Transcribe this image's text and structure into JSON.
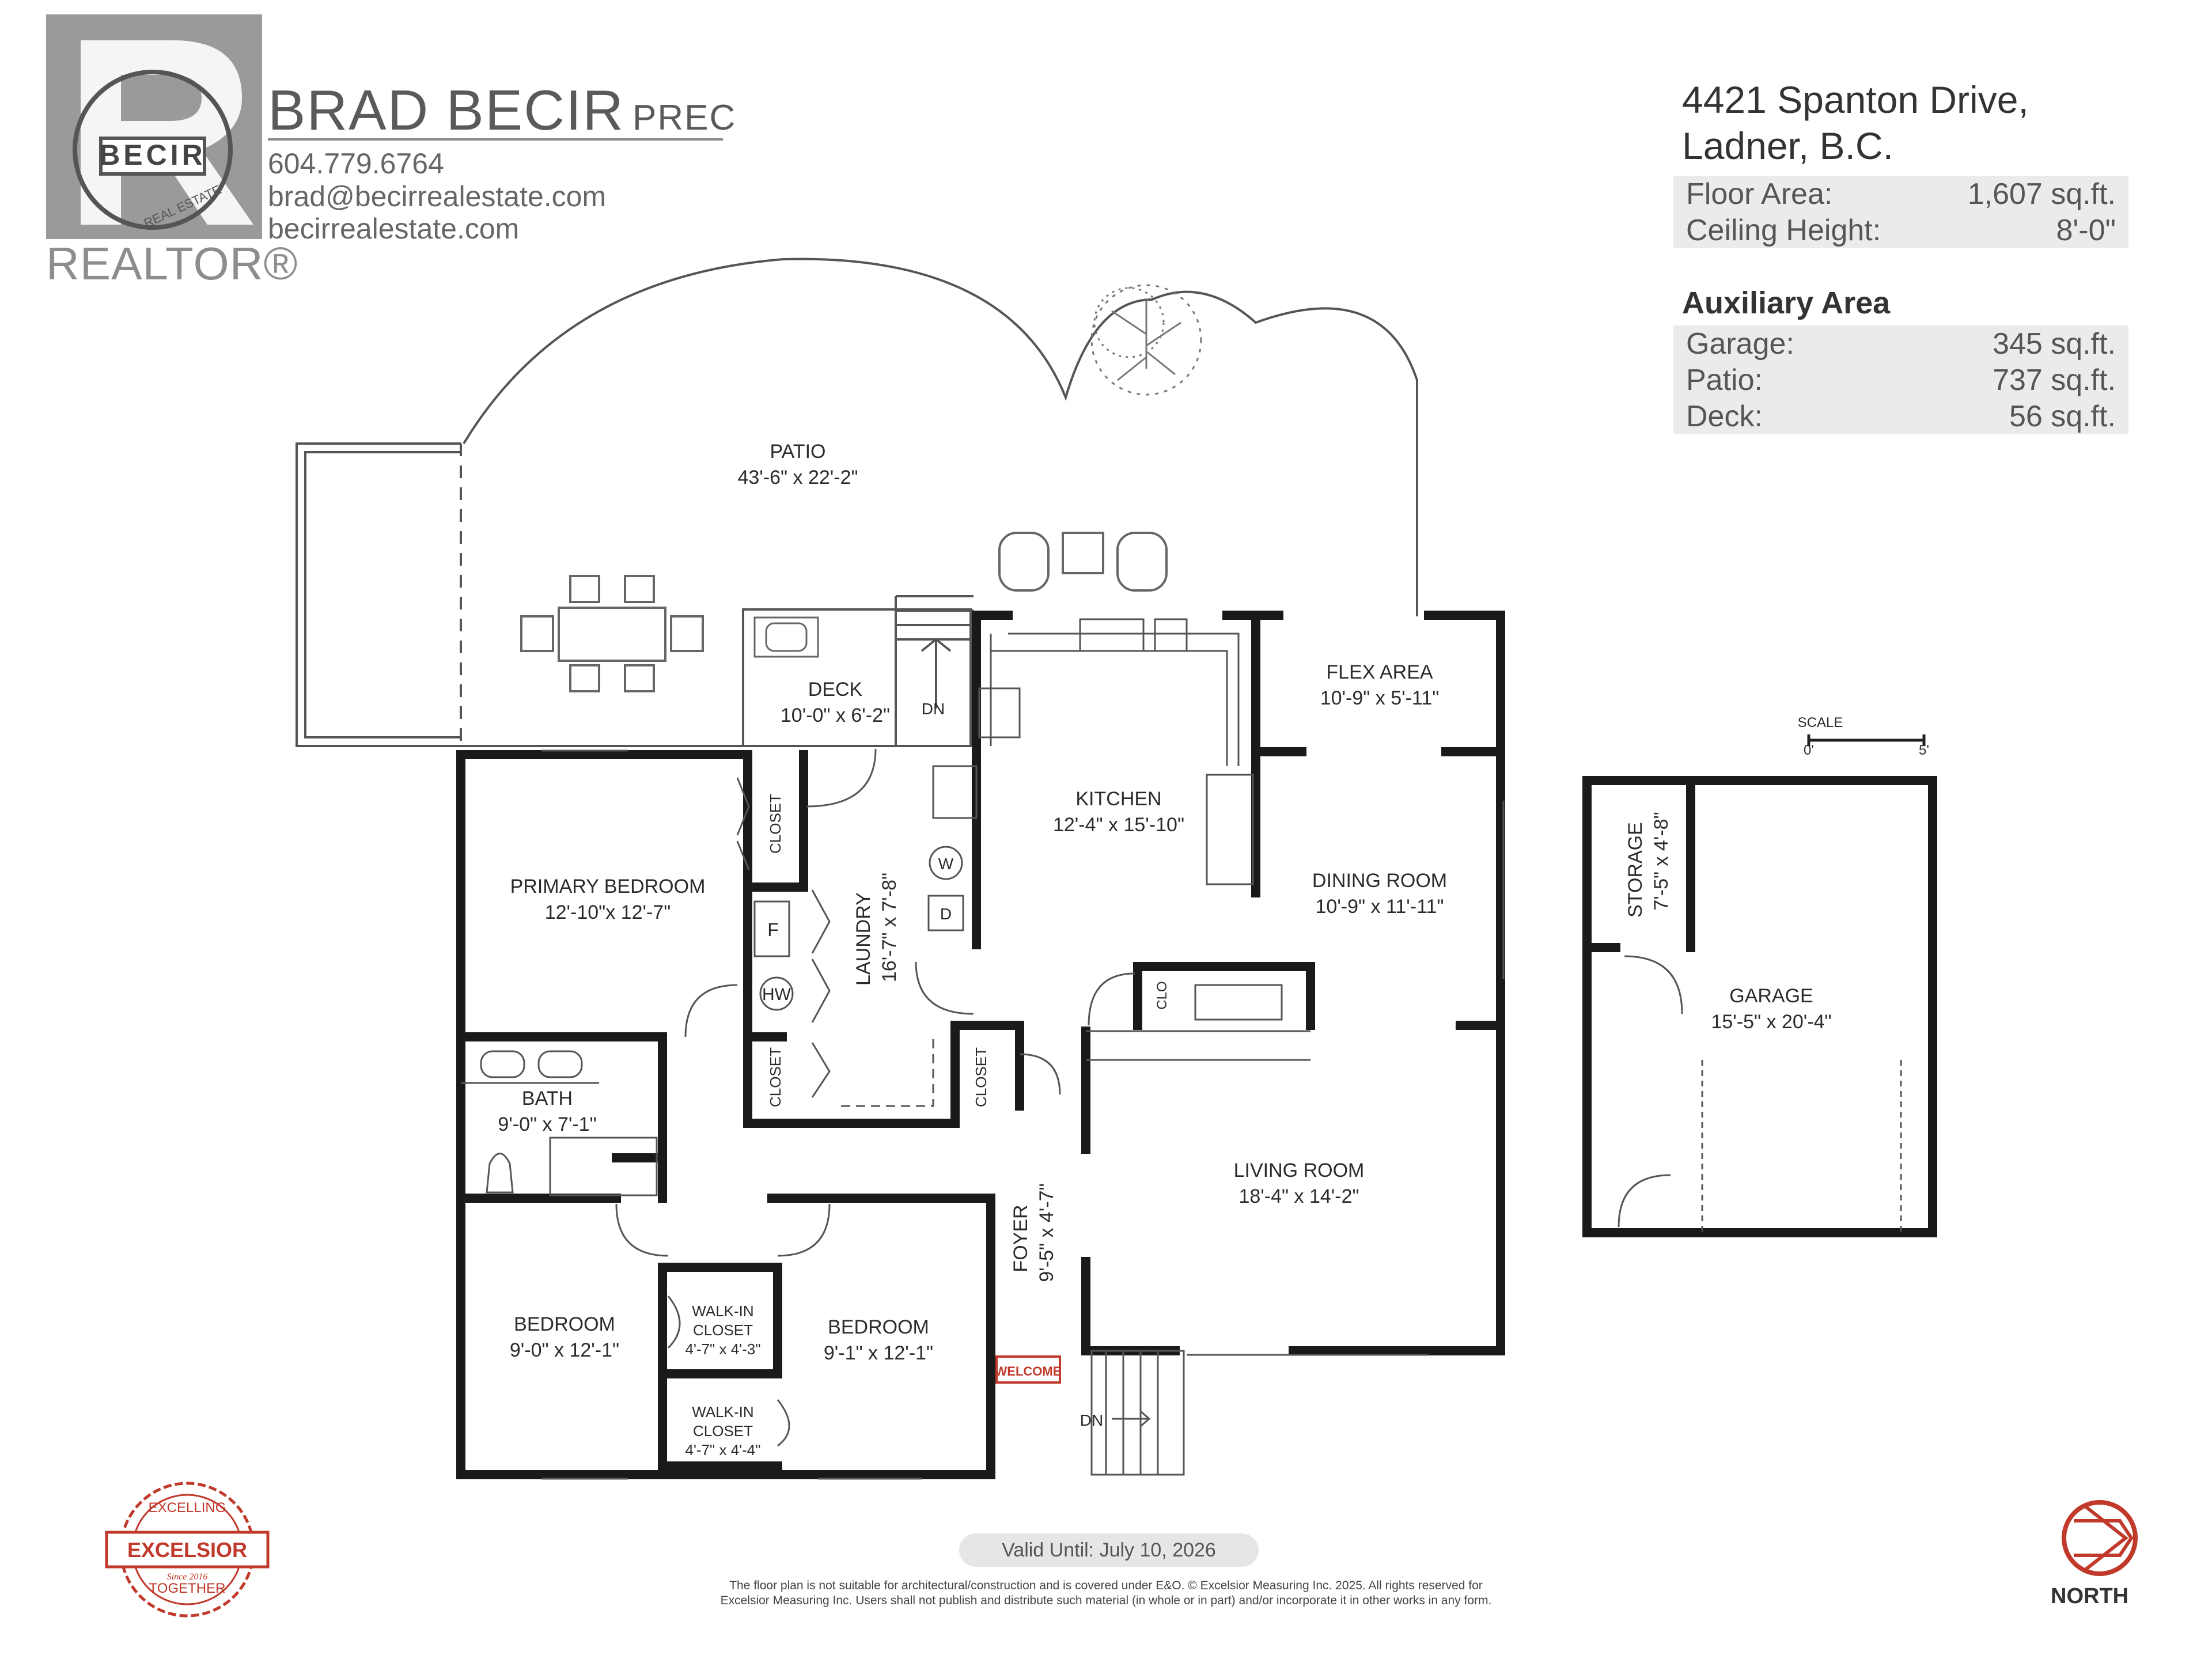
{
  "agent": {
    "logo_text": "BECIR",
    "logo_subtext": "REAL ESTATE",
    "name": "BRAD BECIR",
    "designation": "PREC",
    "phone": "604.779.6764",
    "email": "brad@becirrealestate.com",
    "website": "becirrealestate.com",
    "realtor_mark": "REALTOR®"
  },
  "property": {
    "address_line1": "4421 Spanton Drive,",
    "address_line2": "Ladner, B.C.",
    "floor_area_label": "Floor Area:",
    "floor_area_value": "1,607 sq.ft.",
    "ceiling_label": "Ceiling Height:",
    "ceiling_value": "8'-0\"",
    "aux_title": "Auxiliary Area",
    "aux": [
      {
        "label": "Garage:",
        "value": "345 sq.ft."
      },
      {
        "label": "Patio:",
        "value": "737 sq.ft."
      },
      {
        "label": "Deck:",
        "value": "56 sq.ft."
      }
    ]
  },
  "rooms": {
    "patio": {
      "name": "PATIO",
      "dims": "43'-6\" x 22'-2\""
    },
    "deck": {
      "name": "DECK",
      "dims": "10'-0\" x 6'-2\""
    },
    "deck_dn": "DN",
    "kitchen": {
      "name": "KITCHEN",
      "dims": "12'-4\" x 15'-10\""
    },
    "flex": {
      "name": "FLEX AREA",
      "dims": "10'-9\" x 5'-11\""
    },
    "dining": {
      "name": "DINING ROOM",
      "dims": "10'-9\" x 11'-11\""
    },
    "primary": {
      "name": "PRIMARY BEDROOM",
      "dims": "12'-10\"x 12'-7\""
    },
    "laundry": {
      "name": "LAUNDRY",
      "dims": "16'-7\" x 7'-8\""
    },
    "living": {
      "name": "LIVING ROOM",
      "dims": "18'-4\" x 14'-2\""
    },
    "bath": {
      "name": "BATH",
      "dims": "9'-0\" x 7'-1\""
    },
    "foyer": {
      "name": "FOYER",
      "dims": "9'-5\" x 4'-7\""
    },
    "bedroom1": {
      "name": "BEDROOM",
      "dims": "9'-0\" x 12'-1\""
    },
    "bedroom2": {
      "name": "BEDROOM",
      "dims": "9'-1\" x 12'-1\""
    },
    "wic1": {
      "name1": "WALK-IN",
      "name2": "CLOSET",
      "dims": "4'-7\" x 4'-3\""
    },
    "wic2": {
      "name1": "WALK-IN",
      "name2": "CLOSET",
      "dims": "4'-7\" x 4'-4\""
    },
    "closet": "CLOSET",
    "clo": "CLO",
    "storage": {
      "name": "STORAGE",
      "dims": "7'-5\" x 4'-8\""
    },
    "garage": {
      "name": "GARAGE",
      "dims": "15'-5\" x 20'-4\""
    },
    "entry_dn": "DN",
    "welcome": "WELCOME",
    "fixtures": {
      "fridge": "F",
      "hot_water": "HW",
      "washer": "W",
      "dryer": "D"
    }
  },
  "scale": {
    "label": "SCALE",
    "min": "0'",
    "max": "5'"
  },
  "footer": {
    "valid_until": "Valid Until: July 10, 2026",
    "disclaimer_line1": "The floor plan is not suitable for architectural/construction and is covered under E&O. © Excelsior Measuring Inc. 2025. All rights reserved for",
    "disclaimer_line2": "Excelsior Measuring Inc. Users shall not publish and distribute such material (in whole or in part) and/or incorporate it in other works in any form.",
    "seal_top": "EXCELLING",
    "seal_main": "EXCELSIOR",
    "seal_bottom": "TOGETHER",
    "seal_since": "Since 2016",
    "north": "NORTH"
  },
  "colors": {
    "wall": "#1a1a1a",
    "thin": "#555555",
    "welcome": "#c0392b",
    "seal": "#c0392b"
  }
}
